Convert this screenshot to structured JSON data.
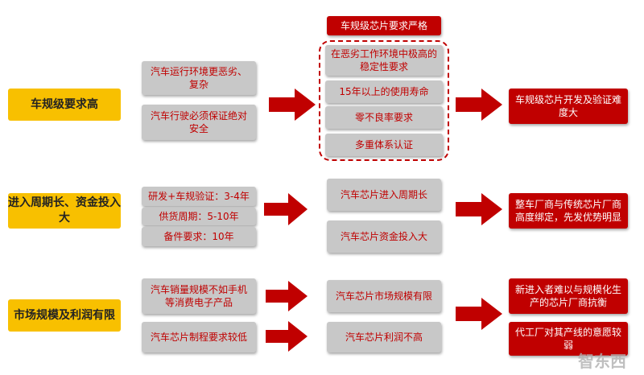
{
  "colors": {
    "yellow": "#f8c000",
    "gray": "#c8c8c8",
    "red": "#c00000"
  },
  "row1": {
    "left": "车规级要求高",
    "middle": [
      "汽车运行环境更恶劣、复杂",
      "汽车行驶必须保证绝对安全"
    ],
    "header": "车规级芯片要求严格",
    "requirements": [
      "在恶劣工作环境中极高的稳定性要求",
      "15年以上的使用寿命",
      "零不良率要求",
      "多重体系认证"
    ],
    "result": "车规级芯片开发及验证难度大"
  },
  "row2": {
    "left": "进入周期长、资金投入大",
    "middle": [
      "研发+车规验证：3-4年",
      "供货周期：5-10年",
      "备件要求：10年"
    ],
    "center": [
      "汽车芯片进入周期长",
      "汽车芯片资金投入大"
    ],
    "result": "整车厂商与传统芯片厂商高度绑定，先发优势明显"
  },
  "row3": {
    "left": "市场规模及利润有限",
    "middle": [
      "汽车销量规模不如手机等消费电子产品",
      "汽车芯片制程要求较低"
    ],
    "center": [
      "汽车芯片市场规模有限",
      "汽车芯片利润不高"
    ],
    "results": [
      "新进入者难以与规模化生产的芯片厂商抗衡",
      "代工厂对其产线的意愿较弱"
    ]
  },
  "watermark": "智东西"
}
